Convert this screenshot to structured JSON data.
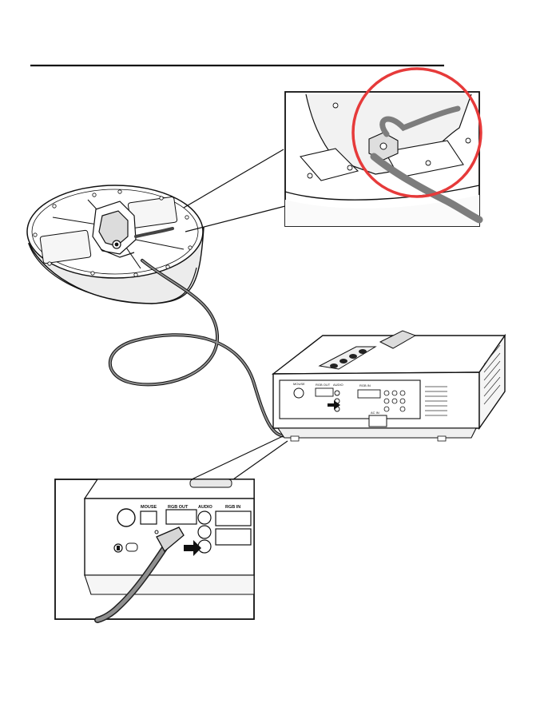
{
  "projector_small": {
    "panel_labels": [
      "MOUSE",
      "RGB OUT",
      "AUDIO",
      "RGB IN",
      "AC IN"
    ]
  },
  "callout_panel": {
    "labels": {
      "mouse": "MOUSE",
      "rgb_out": "RGB OUT",
      "audio": "AUDIO",
      "rgb_in": "RGB IN"
    }
  },
  "colors": {
    "highlight_circle": "#e63a3a",
    "cable": "#8f8f8f",
    "arrow": "#111111",
    "line": "#111111"
  }
}
